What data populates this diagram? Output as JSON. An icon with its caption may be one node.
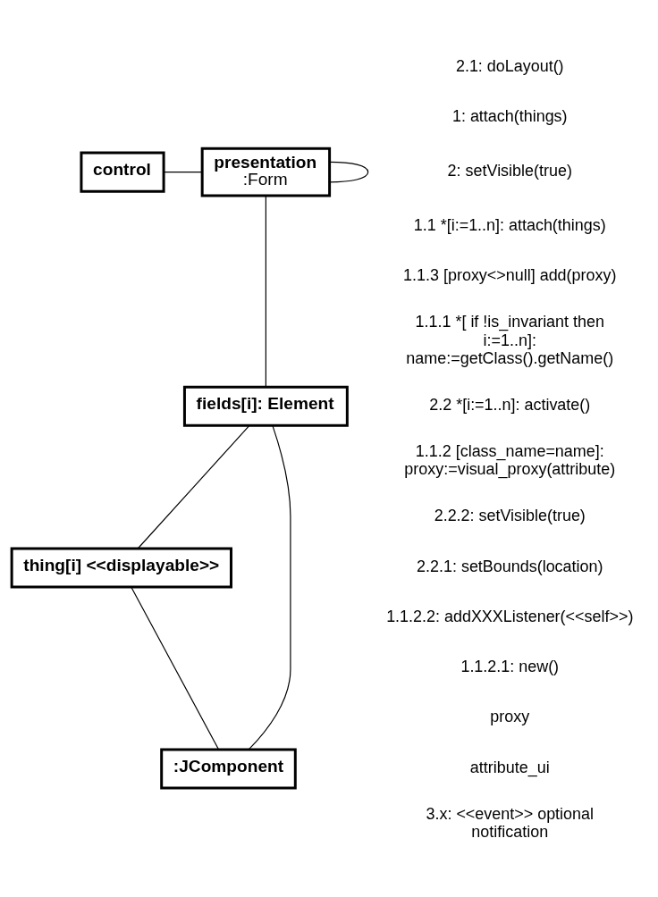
{
  "diagram": {
    "nodes": [
      {
        "text": [
          "control"
        ]
      },
      {
        "text": [
          "presentation",
          ":Form"
        ]
      },
      {
        "text": [
          "fields[i]: Element"
        ]
      },
      {
        "text": [
          "thing[i] <<displayable>>"
        ]
      },
      {
        "text": [
          ":JComponent"
        ]
      }
    ],
    "edges": [
      {
        "from": 0,
        "to": 1,
        "arrow": "none"
      },
      {
        "from": 1,
        "to": 1,
        "arrow": "none"
      },
      {
        "from": 1,
        "to": 2,
        "arrow": "none"
      },
      {
        "from": 2,
        "to": 3,
        "arrow": "none"
      },
      {
        "from": 3,
        "to": 4,
        "arrow": "none"
      },
      {
        "from": 2,
        "to": 4,
        "arrow": "none"
      }
    ],
    "labels": [
      "2.1: doLayout()",
      "1: attach(things)",
      "2: setVisible(true)",
      "1.1 *[i:=1..n]: attach(things)",
      "1.1.3 [proxy<>null] add(proxy)",
      "1.1.1 *[ if !is_invariant then i:=1..n]: name:=getClass().getName()",
      "2.2 *[i:=1..n]: activate()",
      "1.1.2 [class_name=name]: proxy:=visual_proxy(attribute)",
      "2.2.2: setVisible(true)",
      "2.2.1: setBounds(location)",
      "1.1.2.2: addXXXListener(<<self>>)",
      "1.1.2.1: new()",
      "proxy",
      "attribute_ui",
      "3.x: <<event>> optional notification"
    ]
  }
}
